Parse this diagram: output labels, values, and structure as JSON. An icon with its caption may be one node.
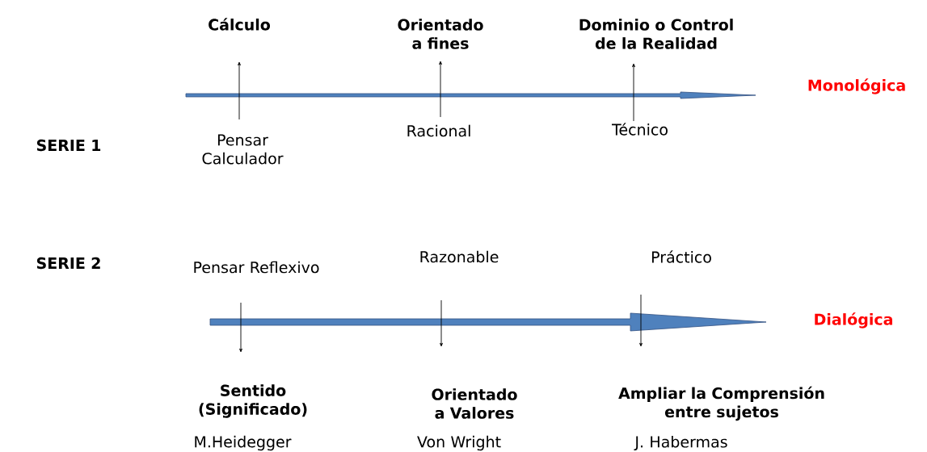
{
  "diagram": {
    "labels": [
      "Cálculo",
      "Orientado a fines",
      "Dominio o Control de la Realidad",
      "Monológica",
      "SERIE 1",
      "Pensar Calculador",
      "Racional",
      "Técnico",
      "SERIE 2",
      "Pensar Reflexivo",
      "Razonable",
      "Práctico",
      "Dialógica",
      "Sentido (Significado)",
      "Orientado a Valores",
      "Ampliar la Comprensión entre sujetos",
      "M.Heidegger",
      "Von Wright",
      "J. Habermas"
    ]
  }
}
